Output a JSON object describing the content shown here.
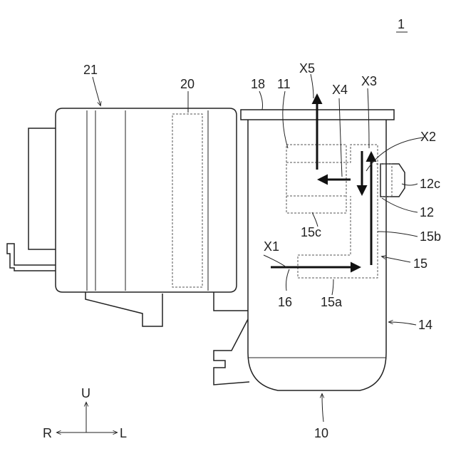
{
  "figure_label": "1",
  "labels": {
    "l21": "21",
    "l20": "20",
    "l18": "18",
    "l11": "11",
    "x5": "X5",
    "x4": "X4",
    "x3": "X3",
    "x2": "X2",
    "l12c": "12c",
    "l12": "12",
    "l15b": "15b",
    "l15c": "15c",
    "x1": "X1",
    "l15": "15",
    "l16": "16",
    "l15a": "15a",
    "l14": "14",
    "l10": "10"
  },
  "directions": {
    "up": "U",
    "right_side": "R",
    "left_side": "L"
  }
}
